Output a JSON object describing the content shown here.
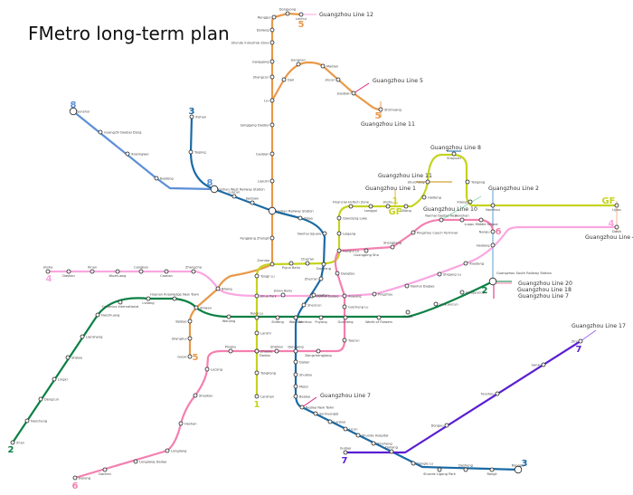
{
  "title": "FMetro long-term plan",
  "lines": [
    {
      "id": "line5",
      "color": "#e8994a",
      "badge": "5",
      "stations": [
        "Lechui",
        "Dongyong",
        "Ronggui",
        "Daliang",
        "Shunde Industrial Zone",
        "Ganggang",
        "Shangcun",
        "Liu",
        "Songgang Daobei",
        "Caobian",
        "Lianzhi",
        "Fengjiang Zhongli",
        "Zumiao",
        "Bitang",
        "Beijiao",
        "Shanghui",
        "Guoxi",
        "Dali",
        "Jiangnan",
        "Madian",
        "Jincun",
        "Jiaobian",
        "Shizhuang"
      ]
    },
    {
      "id": "line8",
      "color": "#5b8fd6",
      "badge": "8",
      "stations": [
        "Sanshui",
        "Guangzhi Daobei Dong",
        "Xiaxingwei",
        "Baidong",
        "Foshan West Railway Station"
      ]
    },
    {
      "id": "line3",
      "color": "#1a6aa5",
      "badge": "3",
      "stations": [
        "Xishan",
        "Taiping",
        "Luocun",
        "Jianbian",
        "Foshan Railway Station",
        "Zijiao",
        "Nanhai Square",
        "Dusheng",
        "Zhen'an",
        "Nanhai Dadao",
        "Shencun",
        "Wanhua",
        "Dongping",
        "Dalian",
        "Shuikou",
        "Meiqi",
        "Beijiao",
        "Beijiao New Town",
        "Sanhuangqi",
        "Lunjiao",
        "Licun",
        "Shunde Hospital",
        "Xinsheng",
        "Dongle Lu",
        "Shunde Ligong Park",
        "Desheng",
        "Rongli",
        "Ronggui"
      ]
    },
    {
      "id": "line1",
      "color": "#c5d31f",
      "badge": "1",
      "badge_alt": "GF",
      "stations": [
        "Lijiao",
        "Nanzhou",
        "Xilang",
        "Tangang",
        "Shayuan",
        "Shuichong",
        "Haidong",
        "Dilong",
        "Jinzhu",
        "Longgui",
        "Financial Hi-Tech Zone",
        "Qiandeng Lake",
        "Leigang",
        "Chao'an",
        "Pujun Beilu",
        "Tongji Lu",
        "Jihua Park",
        "Lanshi",
        "Zhaoke",
        "Tangkong",
        "Lanshan"
      ]
    },
    {
      "id": "line2",
      "color": "#0a8043",
      "badge": "2",
      "stations": [
        "Xi'an",
        "Nancheng",
        "Dengcun",
        "Lingxi",
        "Shijiao",
        "Liansheng",
        "Nanzhuang",
        "Ceramics International",
        "Lvdong",
        "Huanan Knowledge New Town",
        "Shiwan",
        "Wenjing",
        "Kuiqi Lu",
        "Shifeng",
        "Wanhua",
        "Puyang",
        "Guicheng",
        "World of Flowers",
        "Yanbu",
        "Linyuancun",
        "Hengyuncun",
        "Guangzhou South Railway Station"
      ]
    },
    {
      "id": "line4",
      "color": "#f9a6e0",
      "badge": "4",
      "stations": [
        "Jinsha",
        "Dashan",
        "Xinan",
        "Wuzhuang",
        "Cangjiao",
        "Caonan",
        "Zhangcha",
        "Jinlan Beilu",
        "Haitian",
        "Xiayang",
        "Pingzhou",
        "Nanhai Daqiao",
        "Shigang Lu",
        "Xiaotang",
        "Haijiang",
        "Dashi"
      ]
    },
    {
      "id": "line6",
      "color": "#f47fb0",
      "badge": "6",
      "stations": [
        "Jiujiang",
        "Dachen",
        "Longjiang Dadao",
        "Longjiang",
        "Heshan",
        "Shaokou",
        "Lecong",
        "Pingbu",
        "Danbo",
        "Shijilian",
        "Dongchengjiang",
        "Taocun",
        "Guicheng Lu",
        "Dangtou",
        "Nangui Lu",
        "Guangping Sha",
        "Shengjiang",
        "Pingzhou Coach Terminal",
        "Nanhai Daobei New",
        "Sanshan",
        "Luopu Middle School",
        "Nanpu"
      ]
    },
    {
      "id": "line7",
      "color": "#5a1ed2",
      "badge": "7",
      "stations": [
        "Guijiao",
        "Daliang",
        "Dongyu",
        "Tanzhou",
        "Sanxi",
        "Zini"
      ]
    }
  ],
  "connections": [
    "Guangzhou Line 12",
    "Guangzhou Line 5",
    "Guangzhou Line 11",
    "Guangzhou Line 8",
    "Guangzhou Line 11",
    "Guangzhou Line 1",
    "Guangzhou Line 2",
    "Guangzhou Line 10",
    "Guangzhou Line 4",
    "Guangzhou Line 20",
    "Guangzhou Line 18",
    "Guangzhou Line 7",
    "Guangzhou Line 17",
    "Guangzhou Line 7"
  ]
}
